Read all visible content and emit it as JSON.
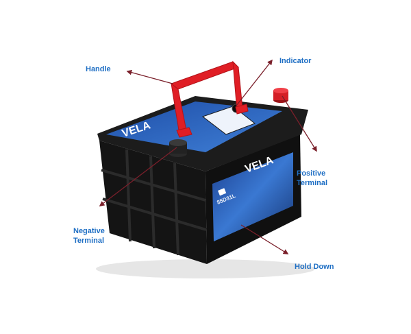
{
  "labels": {
    "handle": "Handle",
    "indicator": "Indicator",
    "positive_terminal": [
      "Positive",
      "Terminal"
    ],
    "negative_terminal": [
      "Negative",
      "Terminal"
    ],
    "hold_down": "Hold Down"
  },
  "product": {
    "brand": "VELA",
    "model": "85D31L"
  },
  "colors": {
    "label_text": "#1f6fc4",
    "leader_line": "#7a1f2a",
    "battery_body": "#151515",
    "handle": "#e01e25",
    "positive_cap": "#d41f26",
    "panel_blue": "#2a5bb8"
  },
  "icons": {
    "arrowhead": "arrowhead-icon",
    "indicator_eye": "indicator-eye-icon"
  }
}
